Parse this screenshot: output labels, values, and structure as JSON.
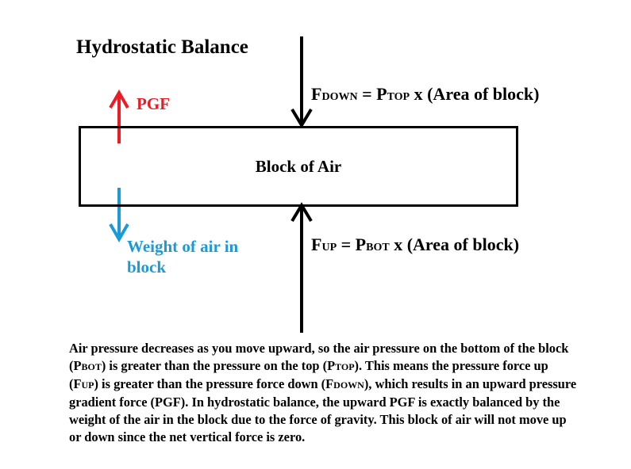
{
  "title": "Hydrostatic Balance",
  "block_label": "Block of Air",
  "pgf_label": "PGF",
  "weight_label": "Weight of air in block",
  "f_down": {
    "symbol": "F",
    "subscript": "DOWN",
    "eq_sign": " = ",
    "pressure_symbol": "P",
    "pressure_subscript": "TOP",
    "rest": " x (Area of block)"
  },
  "f_up": {
    "symbol": "F",
    "subscript": "UP",
    "eq_sign": " = ",
    "pressure_symbol": "P",
    "pressure_subscript": "BOT",
    "rest": " x (Area of block)"
  },
  "explanation": {
    "p1": "Air pressure decreases as you move upward, so the air pressure on the bottom of the block (P",
    "s1": "BOT",
    "p2": ") is greater than the pressure on the top (P",
    "s2": "TOP",
    "p3": "). This means the pressure force up (F",
    "s3": "UP",
    "p4": ") is greater than the pressure force down (F",
    "s4": "DOWN",
    "p5": "), which results in an upward pressure gradient force (PGF). In hydrostatic balance, the upward PGF is exactly balanced by the weight of the air in the block due to the force of gravity. This block of air will not move up or down since the net vertical force is zero."
  },
  "colors": {
    "pgf": "#ec1c24",
    "weight": "#1b9ad8",
    "line": "#000000"
  }
}
